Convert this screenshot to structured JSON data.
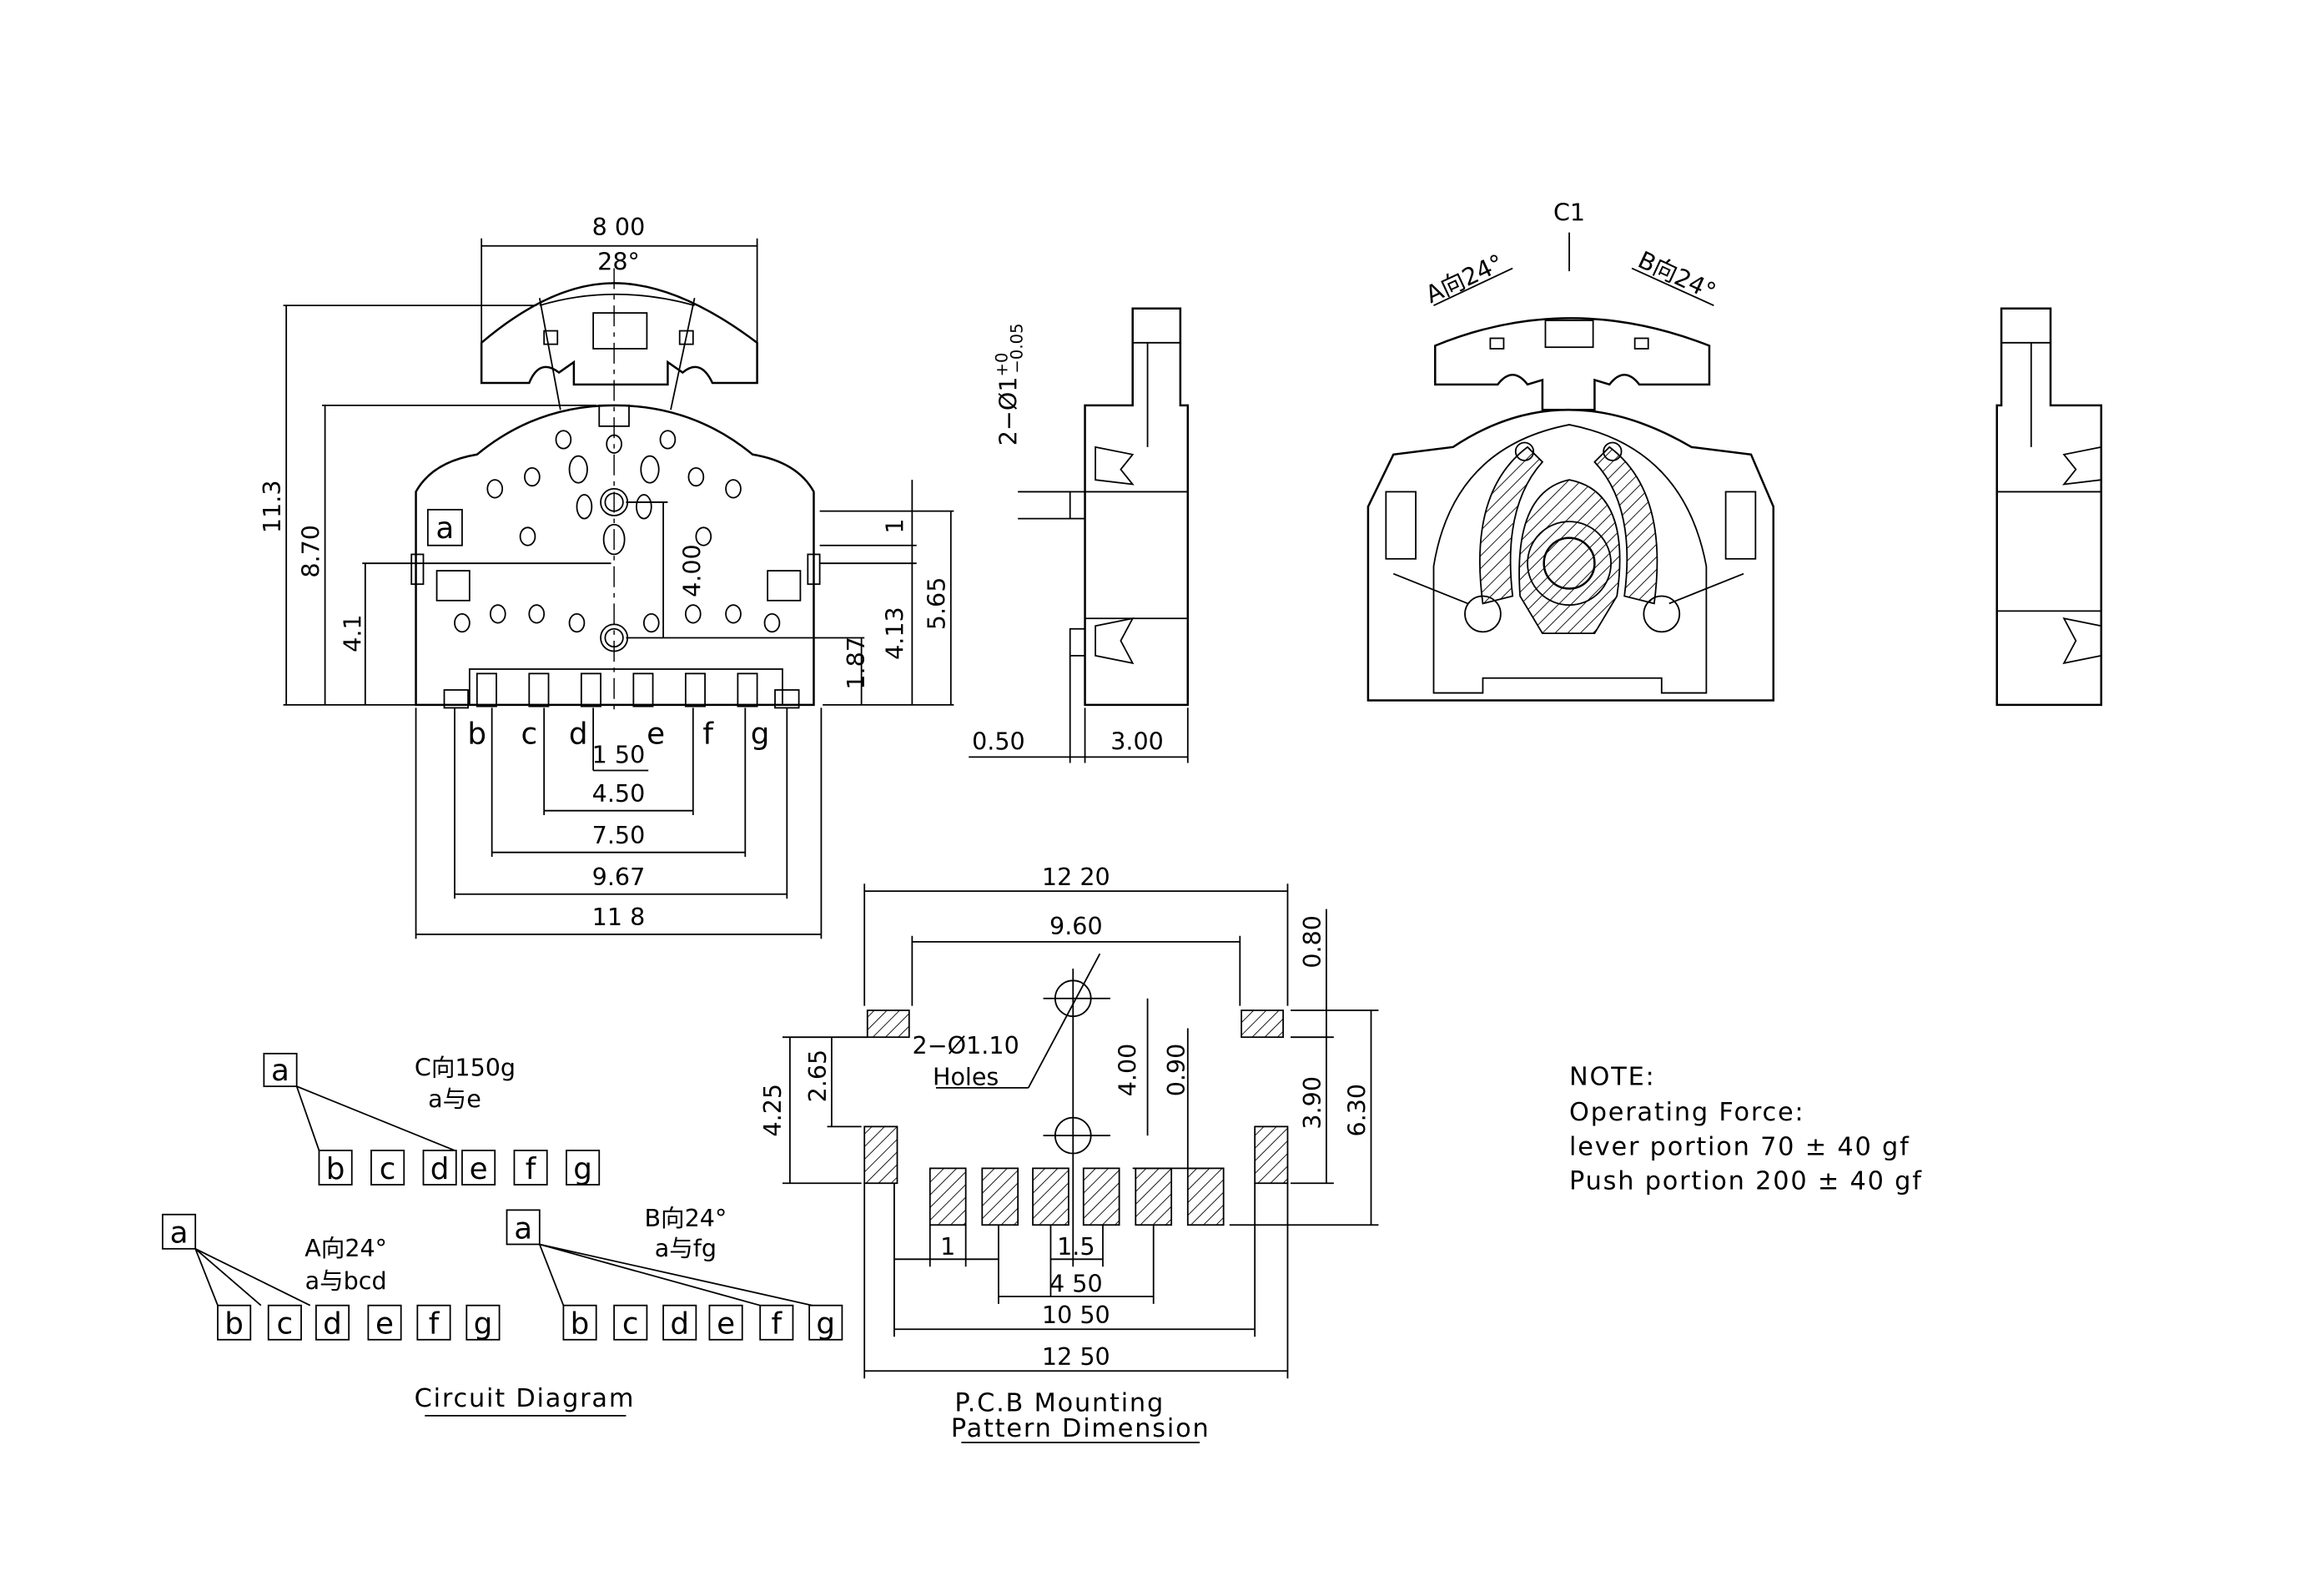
{
  "front_view": {
    "dims": {
      "width_top": "8 00",
      "angle": "28°",
      "height_total": "11.3",
      "height_body": "8.70",
      "height_a": "4.1",
      "hole_spacing": "4.00",
      "right_1": "1",
      "right_565": "5.65",
      "right_413": "4.13",
      "right_187": "1.87",
      "pitch": "1 50",
      "span_450": "4.50",
      "span_750": "7.50",
      "span_967": "9.67",
      "span_118": "11 8"
    },
    "terminal_a": "a",
    "pins": [
      "b",
      "c",
      "d",
      "e",
      "f",
      "g"
    ]
  },
  "side_view": {
    "hole_note": "2−Ø1",
    "tol_plus": "+0",
    "tol_minus": "−0.05",
    "dim_050": "0.50",
    "dim_300": "3.00"
  },
  "rear_view": {
    "c_dir": "C1",
    "a_dir": "A向24°",
    "b_dir": "B向24°"
  },
  "pcb": {
    "dims": {
      "w1220": "12 20",
      "w960": "9.60",
      "h080": "0.80",
      "h425": "4.25",
      "h265": "2.65",
      "h400": "4.00",
      "h090": "0.90",
      "h390": "3.90",
      "h630": "6.30",
      "p1": "1",
      "p15": "1.5",
      "w450": "4 50",
      "w1050": "10 50",
      "w1250": "12 50"
    },
    "holes_line1": "2−Ø1.10",
    "holes_line2": "Holes",
    "title1": "P.C.B Mounting",
    "title2": "Pattern Dimension"
  },
  "circuit": {
    "title": "Circuit Diagram",
    "pins": [
      "b",
      "c",
      "d",
      "e",
      "f",
      "g"
    ],
    "common": "a",
    "blocks": [
      {
        "label1": "C向150g",
        "label2": "a与e"
      },
      {
        "label1": "A向24°",
        "label2": "a与bcd"
      },
      {
        "label1": "B向24°",
        "label2": "a与fg"
      }
    ]
  },
  "note": {
    "title": "NOTE:",
    "line1": "Operating  Force:",
    "line2": "lever  portion  70  ±  40  gf",
    "line3": "Push  portion  200  ±  40  gf"
  }
}
